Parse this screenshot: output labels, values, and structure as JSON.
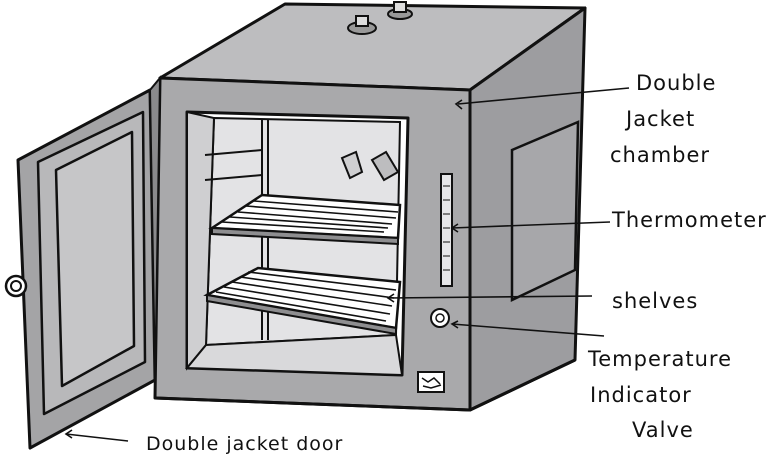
{
  "labels": {
    "double_jacket_chamber": [
      "Double",
      "Jacket",
      "chamber"
    ],
    "thermometer": "Thermometer",
    "shelves": "shelves",
    "temperature_indicator_valve": [
      "Temperature",
      "Indicator",
      "Valve"
    ],
    "double_jacket_door": "Double jacket door"
  },
  "colors": {
    "outline": "#111111",
    "body_gray": "#a9a9ab",
    "top_gray": "#bdbdbf",
    "side_gray": "#9d9da0",
    "cavity_gray": "#d2d2d4",
    "glass_gray": "#c6c6c8",
    "label_text": "#111111"
  }
}
